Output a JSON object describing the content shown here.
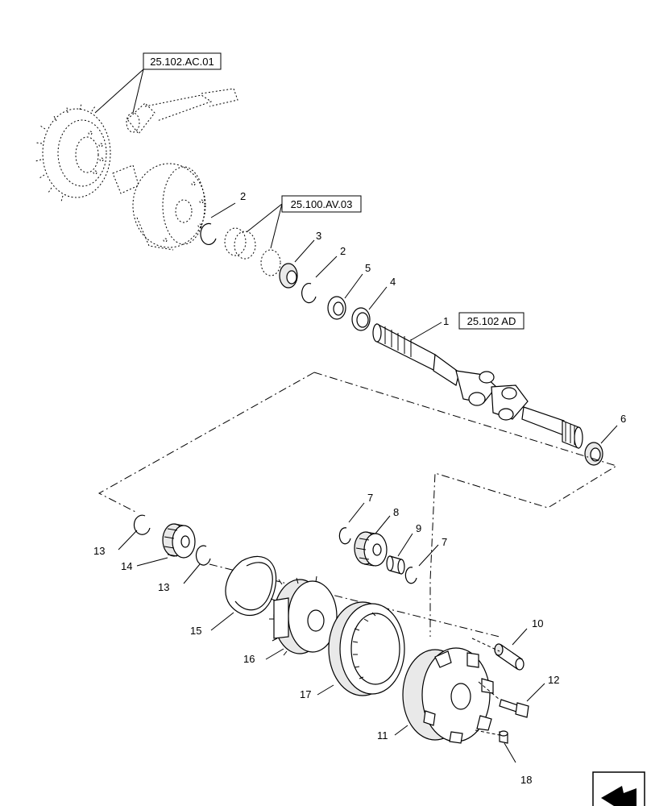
{
  "references": {
    "ring_pinion": "25.102.AC.01",
    "differential": "25.100.AV.03",
    "axle_shaft": "25.102 AD"
  },
  "callouts": {
    "c1": "1",
    "c2a": "2",
    "c2b": "2",
    "c3": "3",
    "c4": "4",
    "c5": "5",
    "c6": "6",
    "c7a": "7",
    "c7b": "7",
    "c8": "8",
    "c9": "9",
    "c10": "10",
    "c11": "11",
    "c12": "12",
    "c13a": "13",
    "c13b": "13",
    "c14": "14",
    "c15": "15",
    "c16": "16",
    "c17": "17",
    "c18": "18"
  },
  "nav": {
    "icon": "next-page-arrow-icon"
  }
}
